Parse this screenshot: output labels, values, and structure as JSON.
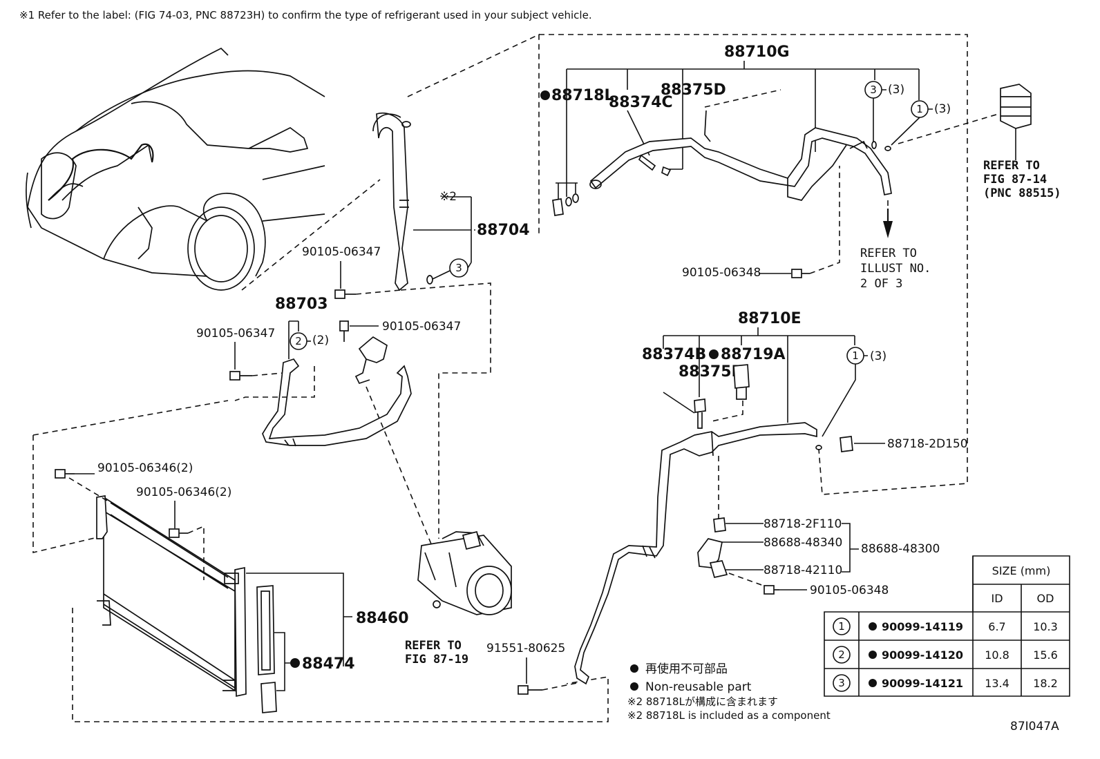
{
  "header_note": "※1 Refer to the label:  (FIG 74-03, PNC 88723H) to confirm the type of refrigerant used in your subject vehicle.",
  "labels": {
    "p88710G": "88710G",
    "p88718L": "88718L",
    "p88374C": "88374C",
    "p88375D": "88375D",
    "circ3_3": "(3)",
    "circ1_3": "(3)",
    "p88704": "88704",
    "note2_mark": "※2",
    "p90105_06347_a": "90105-06347",
    "p88703": "88703",
    "p90105_06347_b": "90105-06347",
    "p90105_06347_c": "90105-06347",
    "circ2_2": "(2)",
    "p90105_06348_a": "90105-06348",
    "p88710E": "88710E",
    "p88374B": "88374B",
    "p88719A": "88719A",
    "p88375B": "88375B",
    "circ1_3b": "(3)",
    "p88718_2D150": "88718-2D150",
    "p90105_06346_a": "90105-06346(2)",
    "p90105_06346_b": "90105-06346(2)",
    "p88460": "88460",
    "p88474": "88474",
    "p88718_2F110": "88718-2F110",
    "p88688_48340": "88688-48340",
    "p88688_48300": "88688-48300",
    "p88718_42110": "88718-42110",
    "p90105_06348_b": "90105-06348",
    "p91551_80625": "91551-80625"
  },
  "refs": {
    "fig87_14_line1": "REFER TO",
    "fig87_14_line2": "FIG 87-14",
    "fig87_14_line3": "(PNC 88515)",
    "illust_line1": "REFER TO",
    "illust_line2": "ILLUST NO.",
    "illust_line3": "2 OF 3",
    "fig87_19_line1": "REFER TO",
    "fig87_19_line2": "FIG 87-19"
  },
  "legend": {
    "jp_nonreusable": "再使用不可部品",
    "en_nonreusable": "Non-reusable part",
    "jp_note2": "※2 88718Lが構成に含まれます",
    "en_note2": "※2 88718L is included as a component"
  },
  "size_table": {
    "title": "SIZE (mm)",
    "col_id": "ID",
    "col_od": "OD",
    "rows": [
      {
        "num": "1",
        "part": "90099-14119",
        "id": "6.7",
        "od": "10.3"
      },
      {
        "num": "2",
        "part": "90099-14120",
        "id": "10.8",
        "od": "15.6"
      },
      {
        "num": "3",
        "part": "90099-14121",
        "id": "13.4",
        "od": "18.2"
      }
    ]
  },
  "figure_id": "87I047A"
}
